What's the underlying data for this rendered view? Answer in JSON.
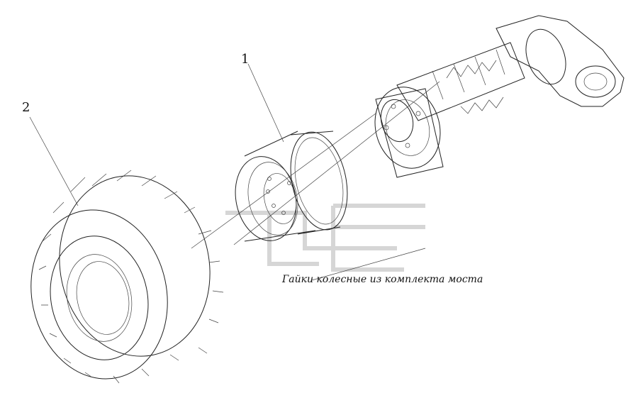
{
  "drawing": {
    "callouts": [
      {
        "id": "1",
        "text": "1"
      },
      {
        "id": "2",
        "text": "2"
      }
    ],
    "note": "Гайки колесные из комплекта моста"
  },
  "parts": {
    "axle": "axle-assembly",
    "rim": "wheel-rim",
    "tire": "tire"
  },
  "colors": {
    "line": "#222222",
    "watermark": "#d6d6d6",
    "background": "#ffffff"
  }
}
